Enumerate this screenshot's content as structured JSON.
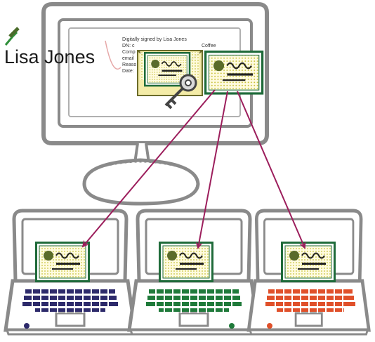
{
  "signature": {
    "name": "Lisa Jones",
    "details": [
      "Digitally signed by Lisa Jones",
      "DN: c",
      "Coffee",
      "Comp",
      "email",
      "Reaso",
      "Date:"
    ]
  },
  "icons": {
    "signer_checkmark": "pen-check-icon",
    "envelope": "signed-envelope-icon",
    "key": "key-icon",
    "certificate": "certificate-icon"
  },
  "colors": {
    "device_gray": "#8a8a8a",
    "arrow": "#9c1e5c",
    "certificate_border": "#1f6b3a",
    "keyboard_left": "#2d2a6b",
    "keyboard_middle": "#1f7a3a",
    "keyboard_right": "#e0502a"
  }
}
